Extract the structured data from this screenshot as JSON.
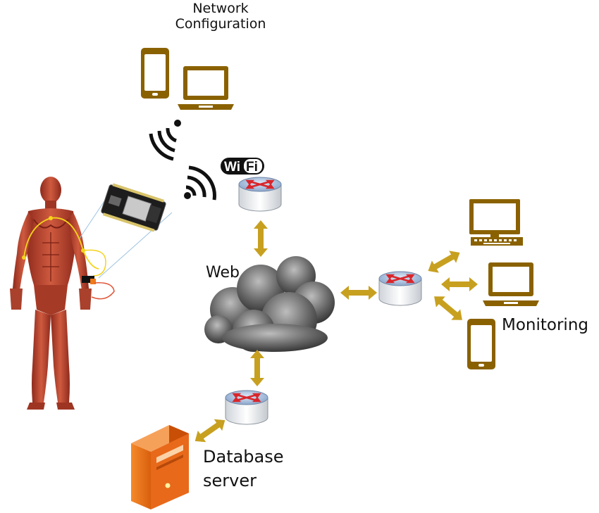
{
  "labels": {
    "network_configuration_line1": "Network",
    "network_configuration_line2": "Configuration",
    "web": "Web",
    "monitoring": "Monitoring",
    "database_server_line1": "Database",
    "database_server_line2": "server",
    "wifi_badge_wi": "Wi",
    "wifi_badge_fi": "Fi"
  },
  "colors": {
    "device_fill": "#8a6100",
    "device_screen": "#ffffff",
    "arrow": "#c8a020",
    "router_top": "#9fb6d6",
    "router_arrow": "#d9262b",
    "server": "#f07a1a",
    "cloud": "#5a5a5a",
    "skin_muscle": "#b8442f"
  },
  "icons": [
    "phone-icon",
    "laptop-icon",
    "desktop-icon",
    "router-icon",
    "wifi-signal-icon",
    "cloud-icon",
    "server-icon",
    "esp8266-board-icon",
    "human-anatomy-figure"
  ]
}
